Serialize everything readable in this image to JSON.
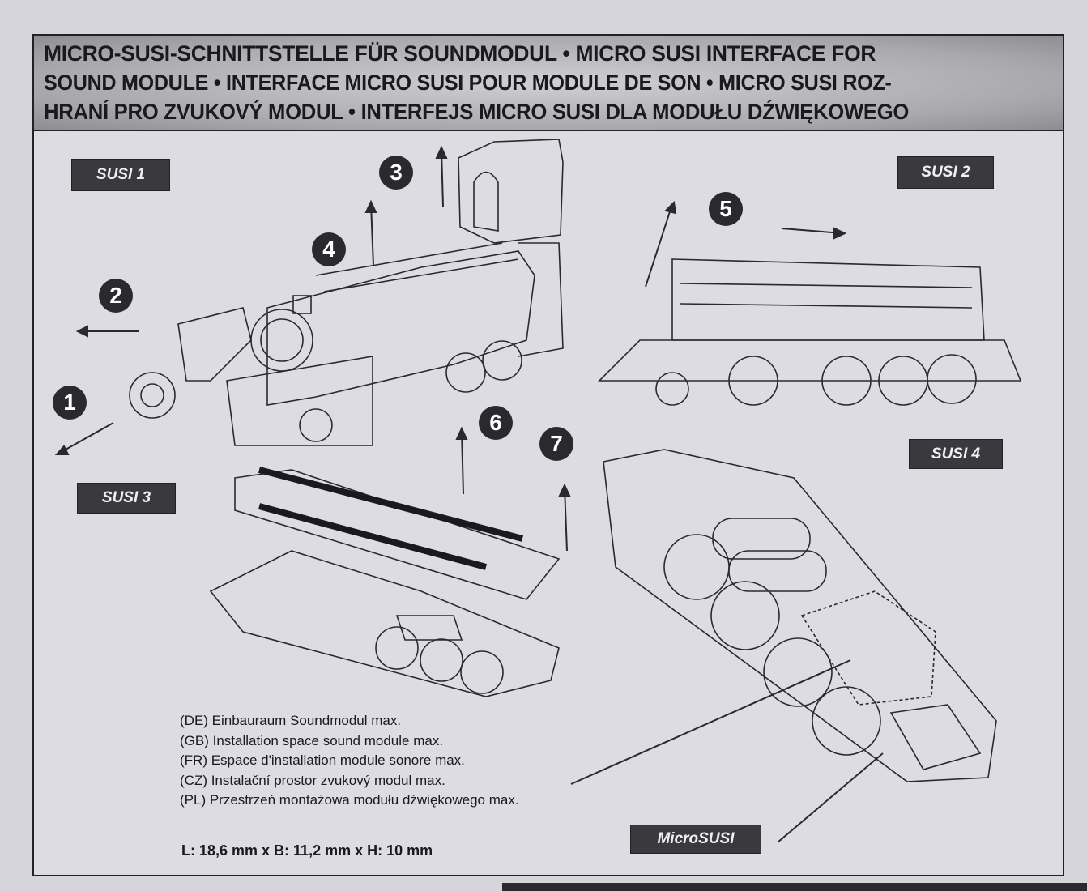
{
  "header": {
    "lines": [
      "MICRO-SUSI-SCHNITTSTELLE FÜR SOUNDMODUL • MICRO SUSI INTERFACE FOR",
      "SOUND MODULE • INTERFACE MICRO SUSI POUR MODULE DE SON • MICRO SUSI ROZ-",
      "HRANÍ PRO ZVUKOVÝ MODUL • INTERFEJS MICRO SUSI DLA MODUŁU DŹWIĘKOWEGO"
    ]
  },
  "tags": {
    "susi1": "SUSI 1",
    "susi2": "SUSI 2",
    "susi3": "SUSI 3",
    "susi4": "SUSI 4",
    "microsusi": "MicroSUSI"
  },
  "steps": [
    "1",
    "2",
    "3",
    "4",
    "5",
    "6",
    "7"
  ],
  "legend": [
    "(DE) Einbauraum Soundmodul max.",
    "(GB) Installation space sound module max.",
    "(FR) Espace d'installation module sonore max.",
    "(CZ) Instalační prostor zvukový modul max.",
    "(PL) Przestrzeń montażowa modułu dźwiękowego max."
  ],
  "dimensions": "L: 18,6 mm x B: 11,2 mm x H: 10 mm"
}
